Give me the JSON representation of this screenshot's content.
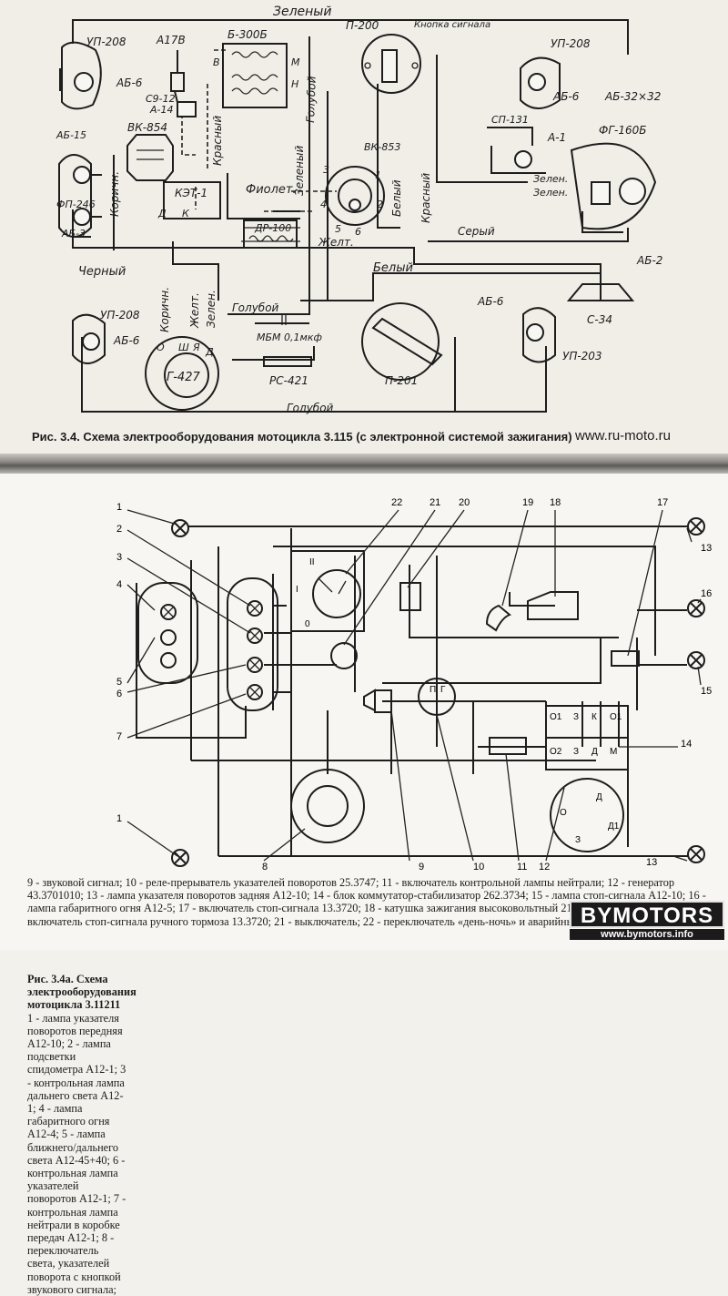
{
  "figure1": {
    "caption": "Рис. 3.4. Схема электрооборудования мотоцикла 3.115 (с электронной системой зажигания)",
    "watermark": "www.ru-moto.ru",
    "wire_labels": {
      "green_top": "Зеленый",
      "blue1": "Голубой",
      "green_mid": "Зеленый",
      "red1": "Красный",
      "brown1": "Коричн.",
      "violet": "Фиолет.",
      "yellow1": "Желт.",
      "red2": "Красный",
      "white1": "Белый",
      "white2": "Белый",
      "gray": "Серый",
      "green2": "Зелен.",
      "green3": "Зелен.",
      "black": "Черный",
      "brown2": "Коричн.",
      "yellow2": "Желт.",
      "green4": "Зелен.",
      "blue2": "Голубой",
      "blue3": "Голубой"
    },
    "components": {
      "up208_tl": "УП-208",
      "ab6_tl": "АБ-6",
      "a17v": "А17В",
      "s9_12": "С9-12",
      "a14": "А-14",
      "b300b": "Б-300Б",
      "vk854": "ВК-854",
      "ab15": "АБ-15",
      "fp246": "ФП-246",
      "ab3": "АБ-3",
      "ket1": "КЭТ-1",
      "dr100": "ДР-100",
      "vk853": "ВК-853",
      "p200": "П-200",
      "knopka": "Кнопка сигнала",
      "up208_tr": "УП-208",
      "ab6_tr": "АБ-6",
      "sp131": "СП-131",
      "a1": "А-1",
      "ab32": "АБ-32×32",
      "fg160b": "ФГ-160Б",
      "ab2": "АБ-2",
      "s34": "С-34",
      "up208_bl": "УП-208",
      "ab6_bl": "АБ-6",
      "g427": "Г-427",
      "mbm": "МБМ 0,1мкф",
      "rs421": "РС-421",
      "p201": "П-201",
      "ab6_br": "АБ-6",
      "up203": "УП-203"
    },
    "terminals": {
      "v": "В",
      "m": "М",
      "n": "Н",
      "d": "Д",
      "k": "К",
      "g_o": "О",
      "g_sh": "Ш",
      "g_ya": "Я",
      "g_d": "Д",
      "s1": "1",
      "s2": "2",
      "s3": "3",
      "s4": "4",
      "s5": "5",
      "s6": "6"
    }
  },
  "figure2": {
    "title": "Рис. 3.4а. Схема электрооборудования мотоцикла 3.11211",
    "description": "1 - лампа указателя поворотов передняя А12-10; 2 - лампа подсветки спидометра А12-1; 3 - контрольная лампа дальнего света А12-1; 4 - лампа габаритного огня А12-4; 5 - лампа ближнего/дальнего света А12-45+40; 6 - контрольная лампа указателей поворотов А12-1; 7 - контрольная лампа нейтрали в коробке передач А12-1; 8 - переключатель света, указателей поворота с кнопкой звукового сигнала;",
    "description_tail": "9 - звуковой сигнал; 10 - реле-прерыватель указателей поворотов 25.3747; 11 - включатель контрольной лампы нейтрали; 12 - генератор 43.3701010; 13 - лампа указателя поворотов задняя А12-10; 14 - блок коммутатор-стабилизатор 262.3734; 15 - лампа стоп-сигнала А12-10; 16 - лампа габаритного огня А12-5; 17 - включатель стоп-сигнала 13.3720; 18 - катушка зажигания высоковольтный 2102.3705; 19 - свеча А23В; 20 - включатель стоп-сигнала ручного тормоза 13.3720; 21 - выключатель; 22 - переключатель «день-ночь» и аварийный выключатель зажигания",
    "callouts": [
      "1",
      "2",
      "3",
      "4",
      "5",
      "6",
      "7",
      "8",
      "9",
      "10",
      "11",
      "12",
      "13",
      "14",
      "15",
      "16",
      "17",
      "18",
      "19",
      "20",
      "21",
      "22",
      "1",
      "13"
    ],
    "block14_terminals": [
      "О1",
      "З",
      "К",
      "О1",
      "О2",
      "З",
      "Д",
      "М"
    ],
    "gen_terminals": [
      "О",
      "З",
      "Д",
      "Д1"
    ],
    "relay_terminals": [
      "П",
      "Г"
    ],
    "switch22_labels": [
      "II",
      "I",
      "0"
    ]
  },
  "watermark2": {
    "brand": "BYMOTORS",
    "url": "www.bymotors.info"
  }
}
